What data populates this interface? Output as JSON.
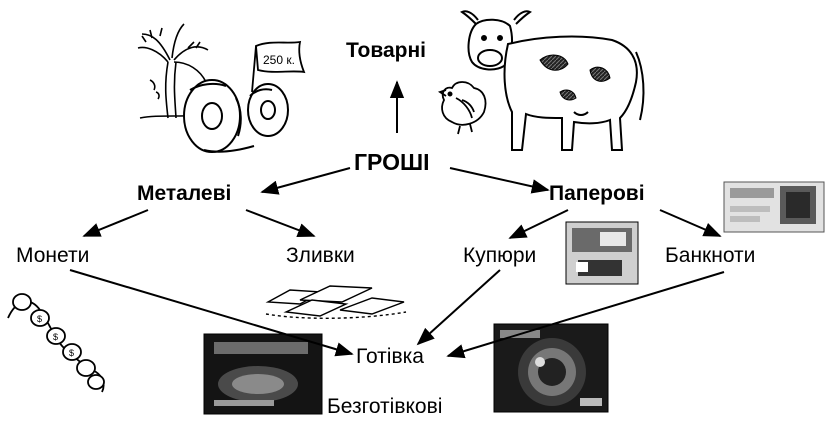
{
  "diagram": {
    "nodes": {
      "goods": "Товарні",
      "money": "ГРОШІ",
      "metal": "Металеві",
      "paper": "Паперові",
      "coins": "Монети",
      "ingots": "Зливки",
      "bills": "Купюри",
      "notes": "Банкноти",
      "cash": "Готівка",
      "noncash": "Безготівкові"
    },
    "edges": [
      [
        "money",
        "goods"
      ],
      [
        "money",
        "metal"
      ],
      [
        "money",
        "paper"
      ],
      [
        "metal",
        "coins"
      ],
      [
        "metal",
        "ingots"
      ],
      [
        "paper",
        "bills"
      ],
      [
        "paper",
        "notes"
      ],
      [
        "coins",
        "cash"
      ],
      [
        "bills",
        "cash"
      ],
      [
        "notes",
        "cash"
      ]
    ],
    "illustrations": {
      "goods_palm_tree": "palm-tree-icon",
      "goods_stone_coins": "stone-wheel-money-icon",
      "goods_flag": "price-flag-icon",
      "goods_cow": "cow-icon",
      "goods_bird": "bird-icon",
      "coins_string": "coin-string-icon",
      "ingots_pile": "ingot-pile-icon",
      "bills_photo": "banknote-photo-icon",
      "notes_photo": "banknote-photo-icon",
      "cards_left": "bank-card-icon",
      "cards_right": "bank-card-icon"
    },
    "flag_text": "250 к."
  }
}
